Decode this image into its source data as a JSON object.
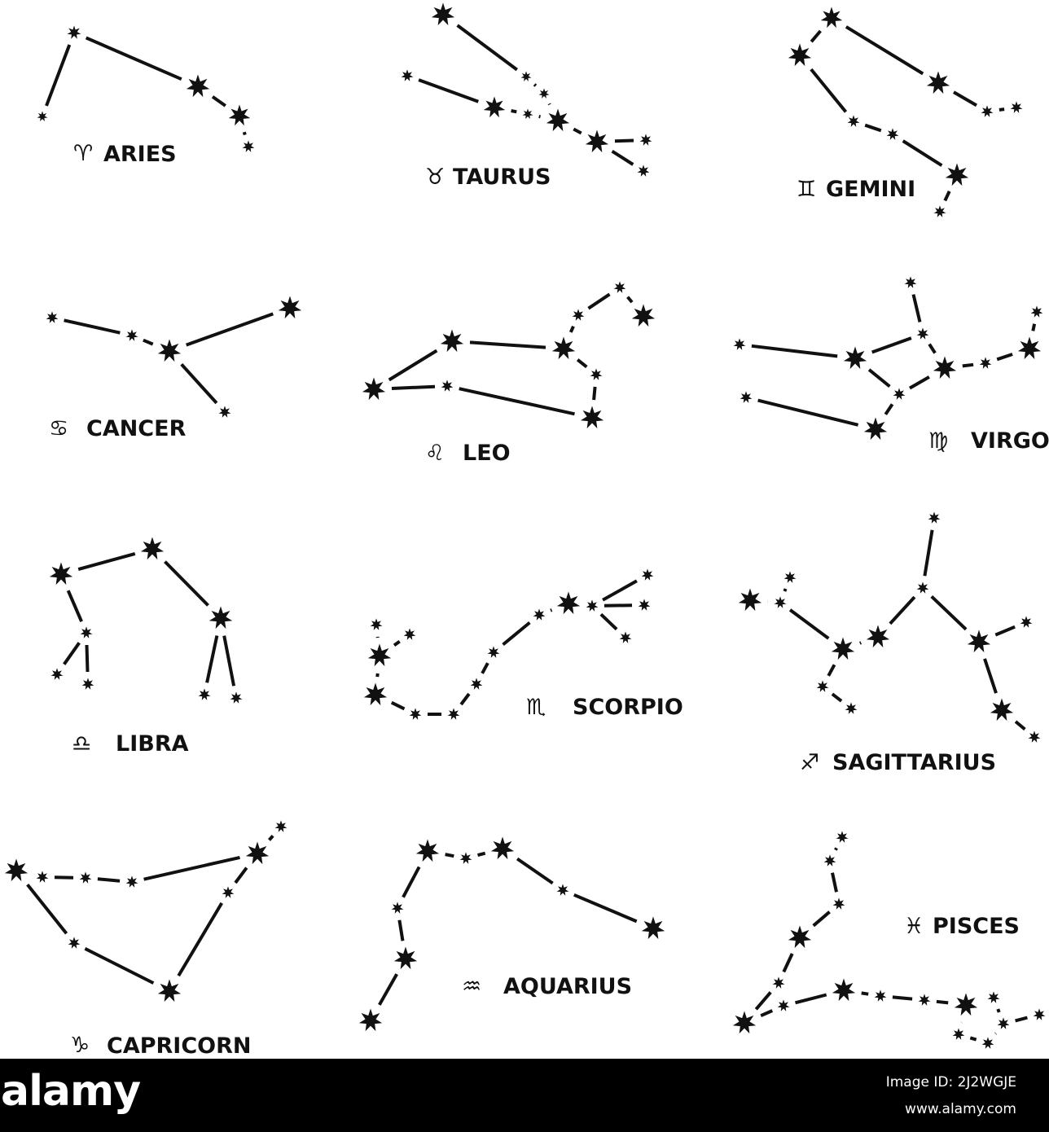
{
  "constellations": [
    {
      "name": "ARIES",
      "symbol": "♈"
    },
    {
      "name": "TAURUS",
      "symbol": "♉"
    },
    {
      "name": "GEMINI",
      "symbol": "♊"
    },
    {
      "name": "CANCER",
      "symbol": "♋"
    },
    {
      "name": "LEO",
      "symbol": "♌"
    },
    {
      "name": "VIRGO",
      "symbol": "♍"
    },
    {
      "name": "LIBRA",
      "symbol": "♎"
    },
    {
      "name": "SCORPIO",
      "symbol": "♏"
    },
    {
      "name": "SAGITTARIUS",
      "symbol": "♐"
    },
    {
      "name": "CAPRICORN",
      "symbol": "♑"
    },
    {
      "name": "AQUARIUS",
      "symbol": "♒"
    },
    {
      "name": "PISCES",
      "symbol": "♓"
    }
  ],
  "watermark": {
    "logo": "alamy",
    "image_id": "Image ID: 2J2WGJE",
    "url": "www.alamy.com"
  },
  "colors": {
    "ink": "#111111",
    "background": "#ffffff",
    "footer": "#000000"
  }
}
